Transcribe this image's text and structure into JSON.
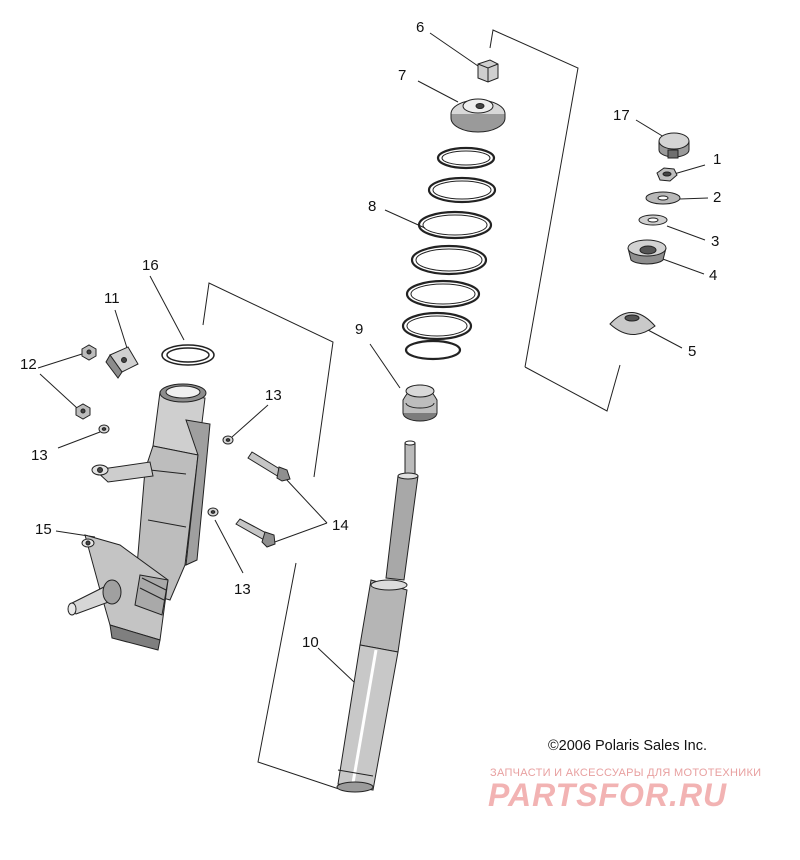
{
  "diagram": {
    "copyright": "©2006 Polaris Sales Inc.",
    "watermark": {
      "tagline": "ЗАПЧАСТИ И АКСЕССУАРЫ ДЛЯ МОТОТЕХНИКИ",
      "logo": "PARTSFOR.RU"
    },
    "callouts": {
      "c1": "1",
      "c2": "2",
      "c3": "3",
      "c4": "4",
      "c5": "5",
      "c6": "6",
      "c7": "7",
      "c8": "8",
      "c9": "9",
      "c10": "10",
      "c11": "11",
      "c12": "12",
      "c13a": "13",
      "c13b": "13",
      "c13c": "13",
      "c14": "14",
      "c15": "15",
      "c16": "16",
      "c17": "17"
    }
  }
}
